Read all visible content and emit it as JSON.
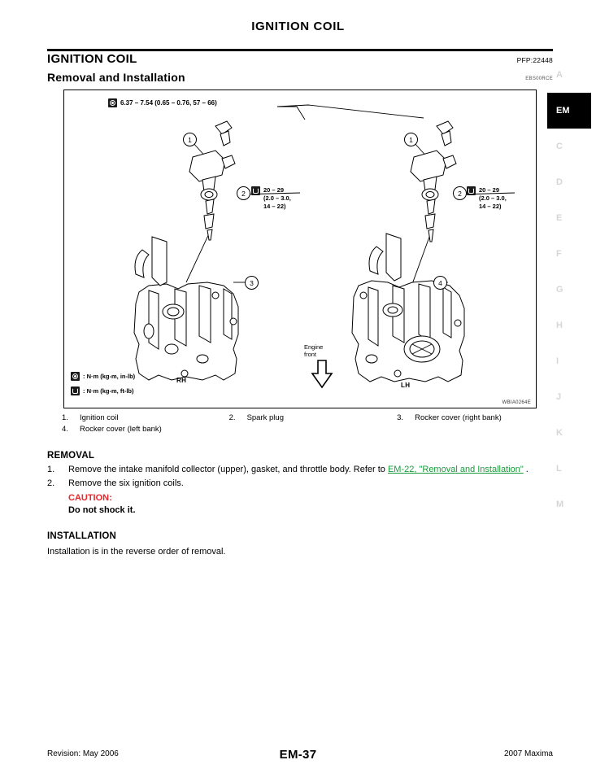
{
  "page": {
    "title": "IGNITION COIL",
    "section_title": "IGNITION COIL",
    "pfp_code": "PFP:22448",
    "sub_title": "Removal and Installation",
    "sub_code": "EBS00RCE"
  },
  "figure": {
    "figure_id": "WBIA0264E",
    "torque_top": "6.37 – 7.54 (0.65 – 0.76, 57 – 66)",
    "torque_rh": [
      "20 – 29",
      "(2.0 – 3.0,",
      "14 – 22)"
    ],
    "torque_lh": [
      "20 – 29",
      "(2.0 – 3.0,",
      "14 – 22)"
    ],
    "bank_rh": "RH",
    "bank_lh": "LH",
    "engine_front_line1": "Engine",
    "engine_front_line2": "front",
    "legend": [
      ": N·m (kg-m, in-lb)",
      ": N·m (kg-m, ft-lb)"
    ],
    "callouts": [
      "1",
      "2",
      "3",
      "4"
    ]
  },
  "parts": [
    {
      "num": "1.",
      "label": "Ignition coil"
    },
    {
      "num": "2.",
      "label": "Spark plug"
    },
    {
      "num": "3.",
      "label": "Rocker cover (right bank)"
    },
    {
      "num": "4.",
      "label": "Rocker cover (left bank)"
    }
  ],
  "removal": {
    "heading": "REMOVAL",
    "step1_num": "1.",
    "step1_text": "Remove the intake manifold collector (upper), gasket, and throttle body. Refer to ",
    "step1_link": "EM-22, \"Removal and Installation\"",
    "step1_tail": " .",
    "step2_num": "2.",
    "step2_text": "Remove the six ignition coils.",
    "caution_label": "CAUTION:",
    "caution_text": "Do not shock it."
  },
  "installation": {
    "heading": "INSTALLATION",
    "text": "Installation is in the reverse order of removal."
  },
  "tabs": [
    {
      "label": "A",
      "active": false
    },
    {
      "label": "EM",
      "active": true
    },
    {
      "label": "C",
      "active": false
    },
    {
      "label": "D",
      "active": false
    },
    {
      "label": "E",
      "active": false
    },
    {
      "label": "F",
      "active": false
    },
    {
      "label": "G",
      "active": false
    },
    {
      "label": "H",
      "active": false
    },
    {
      "label": "I",
      "active": false
    },
    {
      "label": "J",
      "active": false
    },
    {
      "label": "K",
      "active": false
    },
    {
      "label": "L",
      "active": false
    },
    {
      "label": "M",
      "active": false
    }
  ],
  "footer": {
    "revision": "Revision: May 2006",
    "page_number": "EM-37",
    "model": "2007 Maxima"
  },
  "colors": {
    "link": "#1a9c3c",
    "caution": "#e8262b",
    "tab_active_bg": "#000000",
    "tab_inactive_text": "#d6d6d6"
  }
}
